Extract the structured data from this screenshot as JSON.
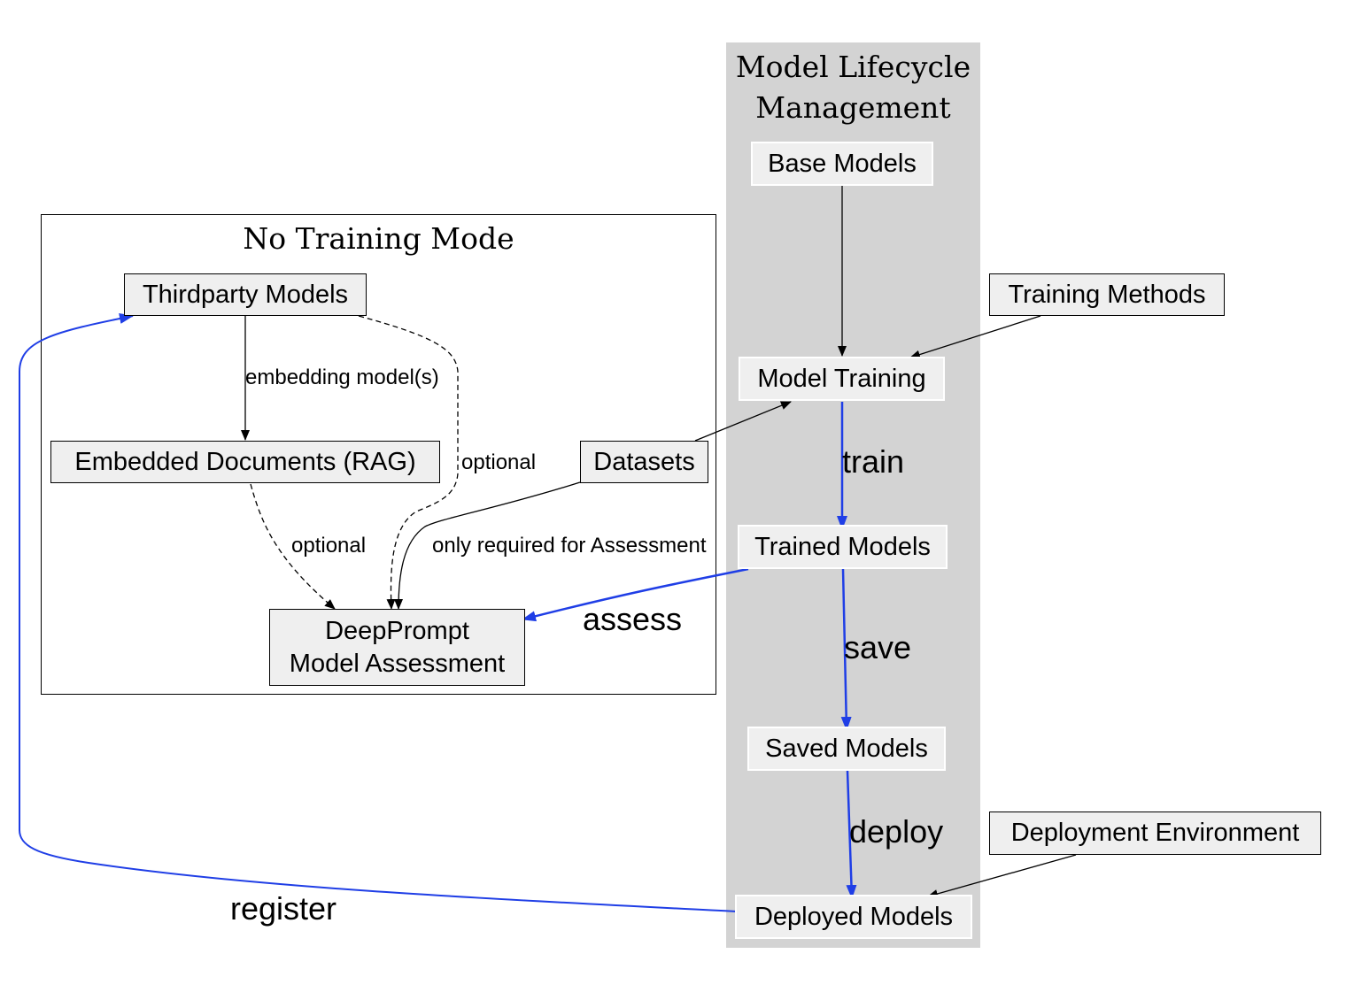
{
  "clusters": {
    "lifecycle_title_line1": "Model Lifecycle",
    "lifecycle_title_line2": "Management",
    "notrain_title": "No Training Mode"
  },
  "nodes": {
    "base_models": "Base Models",
    "training_methods": "Training Methods",
    "model_training": "Model Training",
    "datasets": "Datasets",
    "trained_models": "Trained Models",
    "saved_models": "Saved Models",
    "deployment_environment": "Deployment Environment",
    "deployed_models": "Deployed Models",
    "thirdparty_models": "Thirdparty Models",
    "embedded_documents": "Embedded Documents (RAG)",
    "deepprompt_line1": "DeepPrompt",
    "deepprompt_line2": "Model Assessment"
  },
  "edge_labels": {
    "embedding": "embedding model(s)",
    "optional_third": "optional",
    "optional_embedded": "optional",
    "only_required": "only required for Assessment",
    "train": "train",
    "save": "save",
    "deploy": "deploy",
    "assess": "assess",
    "register": "register"
  },
  "colors": {
    "highlight_edge": "#1f3ee6",
    "cluster_fill": "#d3d3d3",
    "node_fill": "#efefef"
  }
}
